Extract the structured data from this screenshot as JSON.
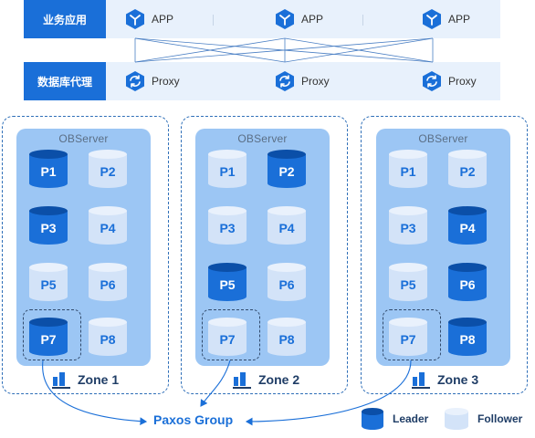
{
  "layers": {
    "app": {
      "label": "业务应用",
      "items": [
        "APP",
        "APP",
        "APP"
      ],
      "icon": "app-hexagon-icon"
    },
    "proxy": {
      "label": "数据库代理",
      "items": [
        "Proxy",
        "Proxy",
        "Proxy"
      ],
      "icon": "proxy-sync-icon"
    }
  },
  "zones": [
    {
      "server": "OBServer",
      "label": "Zone 1",
      "partitions": [
        {
          "name": "P1",
          "role": "leader"
        },
        {
          "name": "P2",
          "role": "follower"
        },
        {
          "name": "P3",
          "role": "leader"
        },
        {
          "name": "P4",
          "role": "follower"
        },
        {
          "name": "P5",
          "role": "follower"
        },
        {
          "name": "P6",
          "role": "follower"
        },
        {
          "name": "P7",
          "role": "leader"
        },
        {
          "name": "P8",
          "role": "follower"
        }
      ]
    },
    {
      "server": "OBServer",
      "label": "Zone 2",
      "partitions": [
        {
          "name": "P1",
          "role": "follower"
        },
        {
          "name": "P2",
          "role": "leader"
        },
        {
          "name": "P3",
          "role": "follower"
        },
        {
          "name": "P4",
          "role": "follower"
        },
        {
          "name": "P5",
          "role": "leader"
        },
        {
          "name": "P6",
          "role": "follower"
        },
        {
          "name": "P7",
          "role": "follower"
        },
        {
          "name": "P8",
          "role": "follower"
        }
      ]
    },
    {
      "server": "OBServer",
      "label": "Zone 3",
      "partitions": [
        {
          "name": "P1",
          "role": "follower"
        },
        {
          "name": "P2",
          "role": "follower"
        },
        {
          "name": "P3",
          "role": "follower"
        },
        {
          "name": "P4",
          "role": "leader"
        },
        {
          "name": "P5",
          "role": "follower"
        },
        {
          "name": "P6",
          "role": "leader"
        },
        {
          "name": "P7",
          "role": "follower"
        },
        {
          "name": "P8",
          "role": "leader"
        }
      ]
    }
  ],
  "paxos_group": "Paxos Group",
  "legend": {
    "leader": "Leader",
    "follower": "Follower"
  },
  "colors": {
    "accent": "#1a6fd8",
    "leader_body": "#1a6fd8",
    "leader_top": "#0b4fa8",
    "follower_body": "#d3e3f8",
    "follower_top": "#e9f1fc",
    "server_bg": "#9cc6f4",
    "layer_bg": "#e8f1fc"
  }
}
